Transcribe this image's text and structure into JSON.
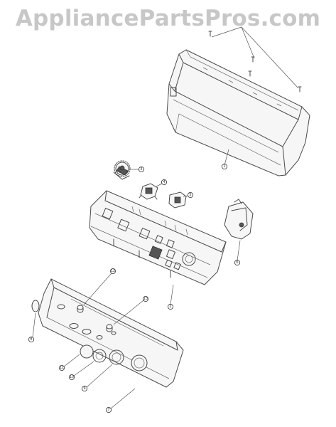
{
  "watermark": "AppliancePartsPros.com",
  "callouts": {
    "backsplash": "1",
    "control_board": "2",
    "timer": "3",
    "switch_a": "4",
    "switch_b": "5",
    "bracket": "6",
    "control_panel": "7",
    "knob_left": "8",
    "knob_center": "9",
    "knob_small": "10",
    "button_a": "11",
    "button_b": "12",
    "button_c": "13"
  }
}
